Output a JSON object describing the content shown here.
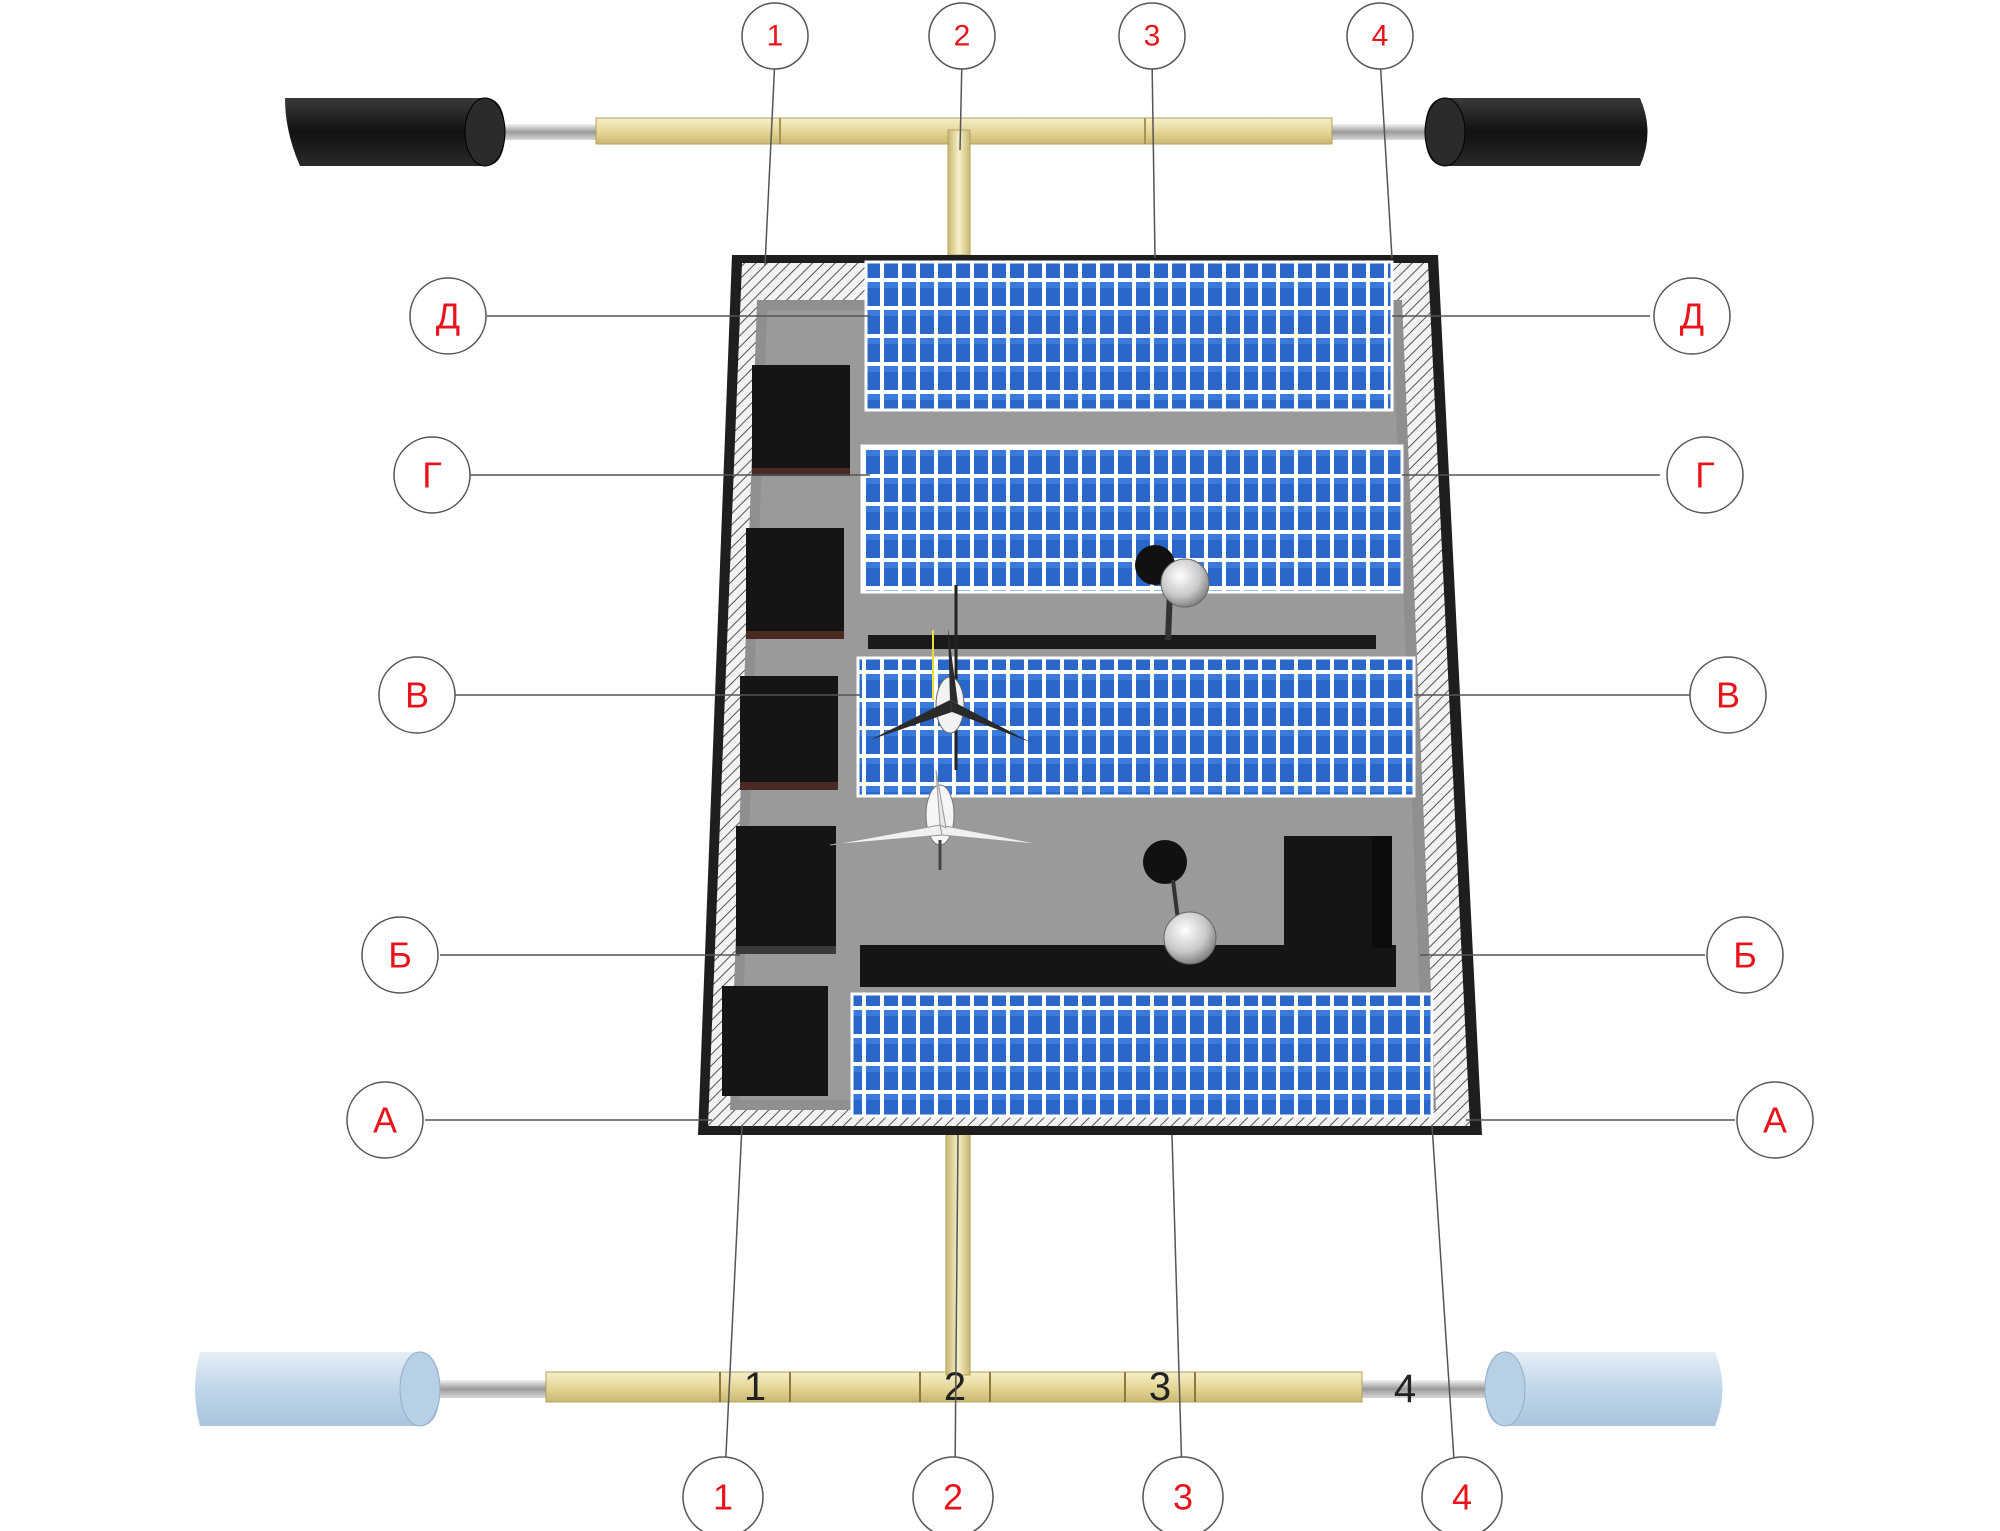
{
  "axes": {
    "columns_top": [
      "1",
      "2",
      "3",
      "4"
    ],
    "columns_bottom": [
      "1",
      "2",
      "3",
      "4"
    ],
    "rows_left": [
      "Д",
      "Г",
      "В",
      "Б",
      "А"
    ],
    "rows_right": [
      "Д",
      "Г",
      "В",
      "Б",
      "А"
    ]
  },
  "pipe_labels": [
    "1",
    "2",
    "3",
    "4"
  ],
  "colors": {
    "axis_label": "#e8141b",
    "solar_panel": "#2a67c8",
    "pipe": "#e9dda0",
    "frame": "#222222",
    "floor": "#8f8f8f",
    "top_floats": "#1a1a1a",
    "bottom_floats": "#c4d8ea"
  },
  "icons": [
    "wind-turbine-icon",
    "satellite-dish-icon",
    "solar-panel-icon",
    "float-pontoon-icon"
  ]
}
